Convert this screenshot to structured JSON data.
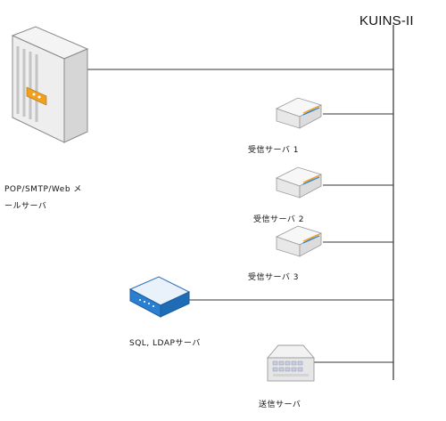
{
  "network": {
    "name": "KUINS-II"
  },
  "nodes": {
    "mail_server": {
      "label_line1": "POP/SMTP/Web メ",
      "label_line2": "ールサーバ",
      "icon": "tower-server-icon"
    },
    "recv1": {
      "label": "受信サーバ 1",
      "icon": "small-server-icon"
    },
    "recv2": {
      "label": "受信サーバ 2",
      "icon": "small-server-icon"
    },
    "recv3": {
      "label": "受信サーバ 3",
      "icon": "small-server-icon"
    },
    "ldap": {
      "label": "SQL, LDAPサーバ",
      "icon": "blue-appliance-icon"
    },
    "send": {
      "label": "送信サーバ",
      "icon": "switch-box-icon"
    }
  },
  "colors": {
    "line": "#333333",
    "accent_orange": "#f0a020",
    "accent_blue": "#2a7fd0"
  }
}
